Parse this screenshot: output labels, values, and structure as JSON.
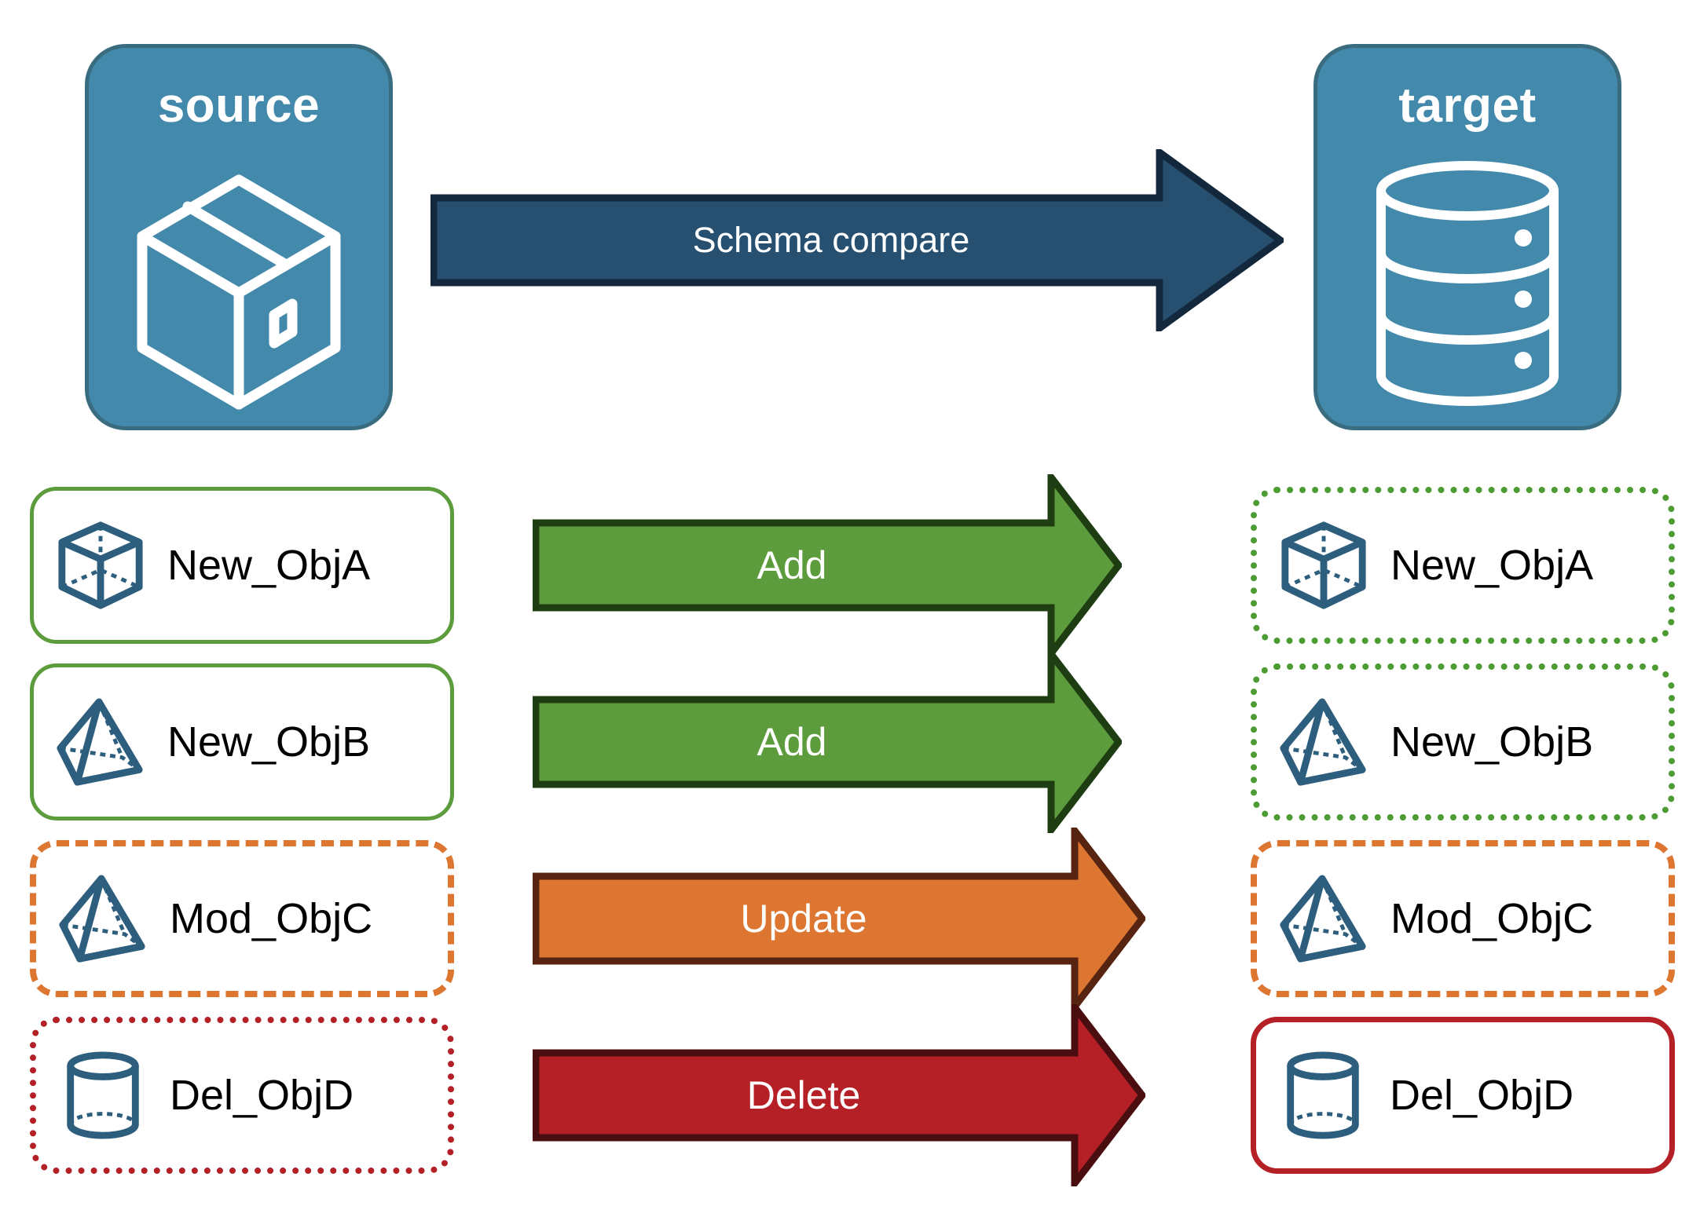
{
  "diagram": {
    "title_alt": "Schema compare between source and target",
    "source": {
      "label": "source",
      "icon": "package-box-icon"
    },
    "target": {
      "label": "target",
      "icon": "database-cylinder-icon"
    },
    "compare_arrow": {
      "label": "Schema compare",
      "fill": "#275070",
      "stroke": "#13283C"
    }
  },
  "rows": [
    {
      "source_label": "New_ObjA",
      "target_label": "New_ObjA",
      "action": "Add",
      "icon": "cube-wireframe-icon",
      "source_border": "solid-green",
      "target_border": "dotted-green",
      "arrow_fill": "#5C9C3C",
      "arrow_stroke": "#1E3D12"
    },
    {
      "source_label": "New_ObjB",
      "target_label": "New_ObjB",
      "action": "Add",
      "icon": "pyramid-wireframe-icon",
      "source_border": "solid-green",
      "target_border": "dotted-green",
      "arrow_fill": "#5C9C3C",
      "arrow_stroke": "#1E3D12"
    },
    {
      "source_label": "Mod_ObjC",
      "target_label": "Mod_ObjC",
      "action": "Update",
      "icon": "pyramid-wireframe-icon",
      "source_border": "dashed-orange",
      "target_border": "dashed-orange",
      "arrow_fill": "#DC7631",
      "arrow_stroke": "#562411"
    },
    {
      "source_label": "Del_ObjD",
      "target_label": "Del_ObjD",
      "action": "Delete",
      "icon": "cylinder-wireframe-icon",
      "source_border": "dotted-red",
      "target_border": "solid-red",
      "arrow_fill": "#B42025",
      "arrow_stroke": "#4B0E10"
    }
  ],
  "colors": {
    "card_fill": "#4389AB",
    "card_stroke": "#3A6C80",
    "icon_blue": "#2E5E7E",
    "green": "#5C9C3C",
    "orange": "#DC7631",
    "red": "#B42025",
    "navy": "#275070"
  }
}
